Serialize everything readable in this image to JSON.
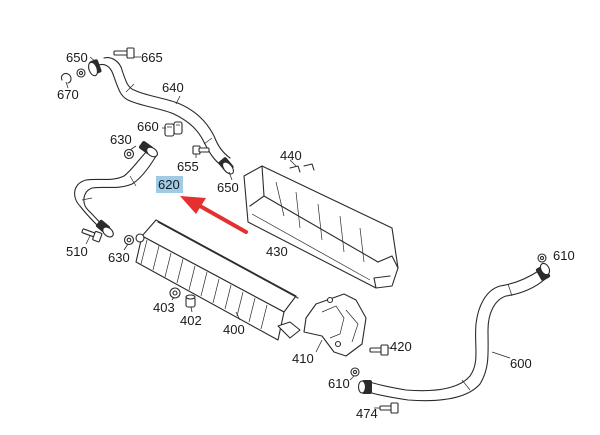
{
  "diagram": {
    "callouts": {
      "c650a": "650",
      "c665": "665",
      "c670": "670",
      "c640": "640",
      "c630a": "630",
      "c660": "660",
      "c655": "655",
      "c650b": "650",
      "c440": "440",
      "c620": "620",
      "c510": "510",
      "c630b": "630",
      "c430": "430",
      "c610a": "610",
      "c403": "403",
      "c402": "402",
      "c400": "400",
      "c420": "420",
      "c410": "410",
      "c600": "600",
      "c610b": "610",
      "c474": "474"
    },
    "highlighted_callout": "620",
    "colors": {
      "highlight": "#9fcbe6",
      "arrow": "#e53030",
      "line": "#2b2b2b"
    }
  }
}
